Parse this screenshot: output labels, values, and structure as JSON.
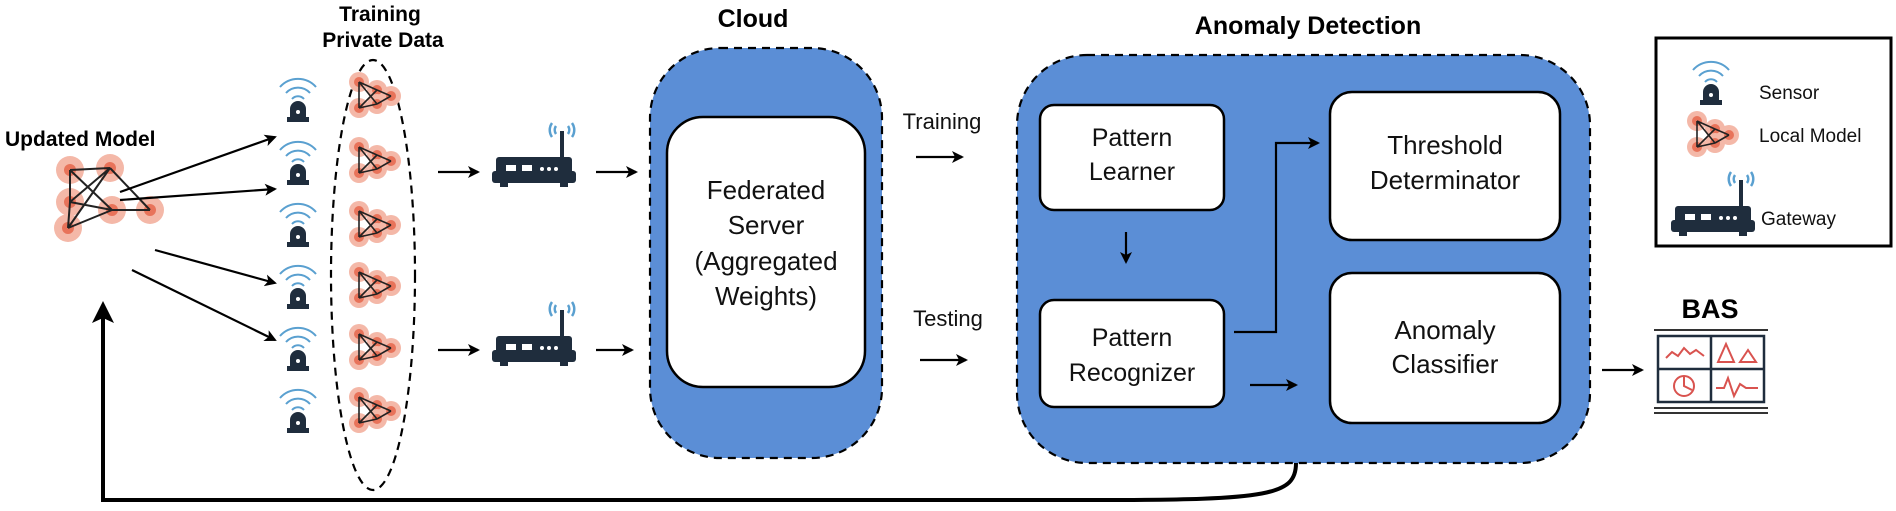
{
  "labels": {
    "updated_model": "Updated Model",
    "training_private_data_line1": "Training",
    "training_private_data_line2": "Private Data",
    "cloud": "Cloud",
    "anomaly_detection": "Anomaly Detection",
    "training": "Training",
    "testing": "Testing",
    "bas": "BAS"
  },
  "boxes": {
    "federated_server": [
      "Federated",
      "Server",
      "(Aggregated",
      "Weights)"
    ],
    "pattern_learner": [
      "Pattern",
      "Learner"
    ],
    "pattern_recognizer": [
      "Pattern",
      "Recognizer"
    ],
    "threshold_determinator": [
      "Threshold",
      "Determinator"
    ],
    "anomaly_classifier": [
      "Anomaly",
      "Classifier"
    ]
  },
  "legend": {
    "sensor": "Sensor",
    "local_model": "Local Model",
    "gateway": "Gateway"
  },
  "icons": {
    "sensor": "sensor-icon",
    "local_model": "neural-network-icon",
    "gateway": "gateway-router-icon",
    "dashboard": "dashboard-icon"
  },
  "colors": {
    "cloud_fill": "#5b8ed6",
    "node_fill": "#e8735a",
    "node_halo": "#f4b8a8",
    "wifi_blue": "#5aa0d0",
    "device_dark": "#1f2d3d",
    "chart_red": "#d9534f"
  }
}
